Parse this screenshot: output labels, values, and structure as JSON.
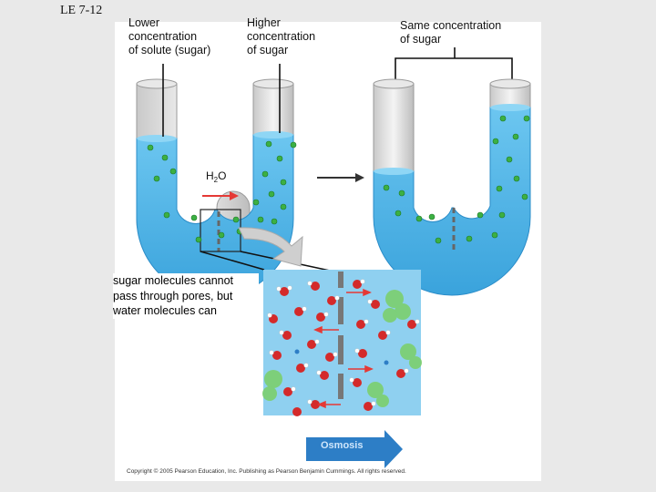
{
  "slide": {
    "label": "LE 7-12"
  },
  "labels": {
    "lower": "Lower\nconcentration\nof solute (sugar)",
    "higher": "Higher\nconcentration\nof sugar",
    "same": "Same concentration\nof sugar",
    "water": "H",
    "water_sub": "2",
    "water_tail": "O"
  },
  "caption": "sugar molecules cannot pass through pores, but water molecules can",
  "zoom": {
    "arrow_label": "Osmosis"
  },
  "copyright": "Copyright © 2005 Pearson Education, Inc. Publishing as Pearson Benjamin Cummings. All rights reserved.",
  "colors": {
    "water": "#4fb3e6",
    "water_dark": "#2a8cc8",
    "sugar": "#3cb043",
    "oxygen": "#d42a2a",
    "arrow_red": "#e53935",
    "arrow_blue": "#2d7ec6"
  }
}
